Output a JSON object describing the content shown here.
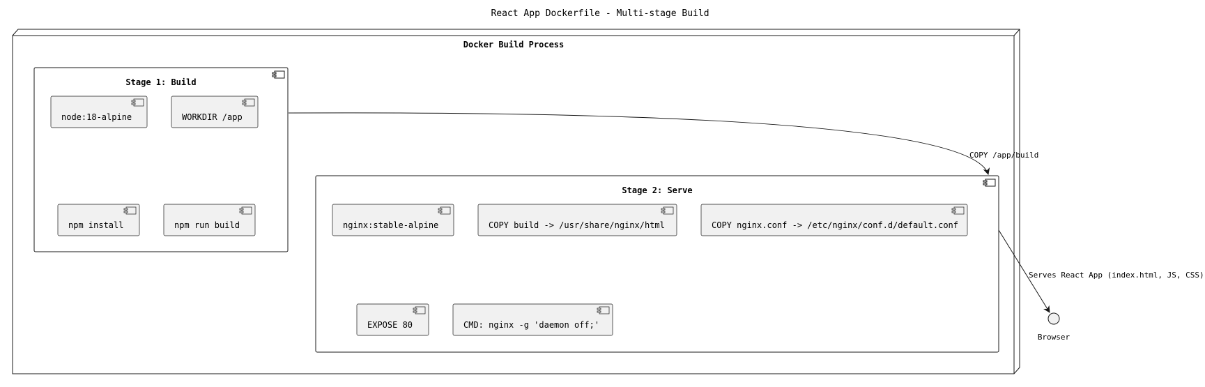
{
  "title": "React App Dockerfile - Multi-stage Build",
  "node": {
    "label": "Docker Build Process"
  },
  "stage1": {
    "label": "Stage 1: Build",
    "components": [
      "node:18-alpine",
      "WORKDIR /app",
      "npm install",
      "npm run build"
    ]
  },
  "stage2": {
    "label": "Stage 2: Serve",
    "components": [
      "nginx:stable-alpine",
      "COPY build -> /usr/share/nginx/html",
      "COPY nginx.conf -> /etc/nginx/conf.d/default.conf",
      "EXPOSE 80",
      "CMD: nginx -g 'daemon off;'"
    ]
  },
  "edges": {
    "copy_label": "COPY /app/build",
    "serve_label": "Serves React App (index.html, JS, CSS)"
  },
  "browser": {
    "label": "Browser"
  },
  "colors": {
    "component_fill": "#f1f1f1",
    "border": "#181818",
    "background": "#ffffff"
  }
}
